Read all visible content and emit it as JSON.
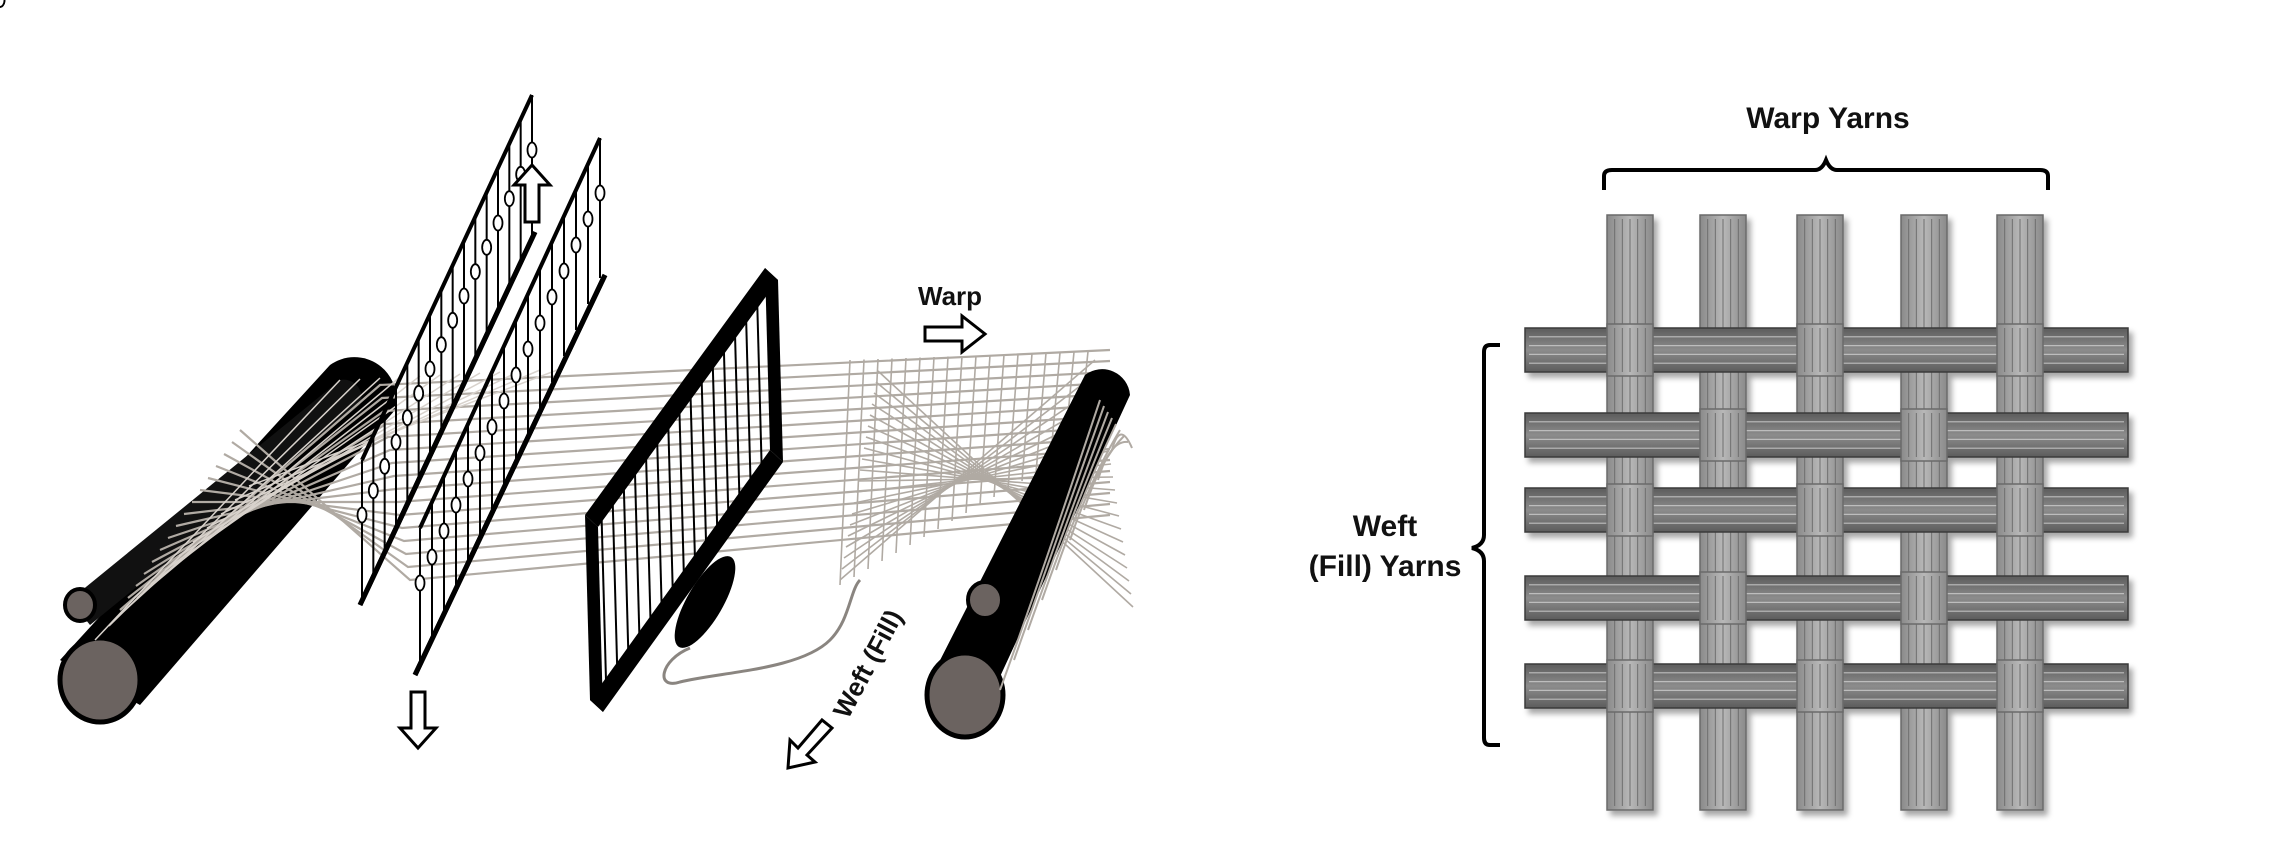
{
  "loom": {
    "warp_label": "Warp",
    "weft_label": "Weft (Fill)"
  },
  "weave": {
    "warp_label": "Warp Yarns",
    "weft_label_line1": "Weft",
    "weft_label_line2": "(Fill) Yarns"
  },
  "colors": {
    "ink": "#000000",
    "roller_end": "#6b6360",
    "yarn_fill": "#9a9a9a",
    "yarn_dark": "#4a4a4a",
    "thread": "#b0aaa3"
  }
}
